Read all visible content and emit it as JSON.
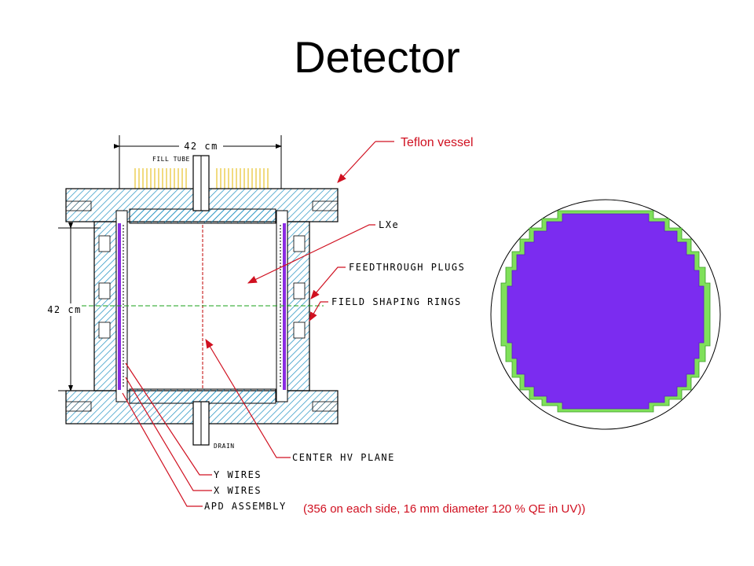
{
  "slide": {
    "title": "Detector"
  },
  "diagram": {
    "dim_width": "42 cm",
    "dim_height": "42 cm",
    "fill_tube": "FILL TUBE",
    "drain": "DRAIN",
    "labels": {
      "teflon_vessel": "Teflon vessel",
      "lxe": "LXe",
      "feedthrough": "FEEDTHROUGH PLUGS",
      "field_shaping": "FIELD SHAPING RINGS",
      "center_hv": "CENTER HV PLANE",
      "y_wires": "Y WIRES",
      "x_wires": "X WIRES",
      "apd": "APD ASSEMBLY"
    },
    "caption": "(356 on each side, 16 mm diameter 120 % QE in UV))"
  },
  "colors": {
    "label_red": "#d01020",
    "apd_purple": "#7b2cf0",
    "apd_green": "#66dd44",
    "teflon": "#1d8fbf"
  }
}
